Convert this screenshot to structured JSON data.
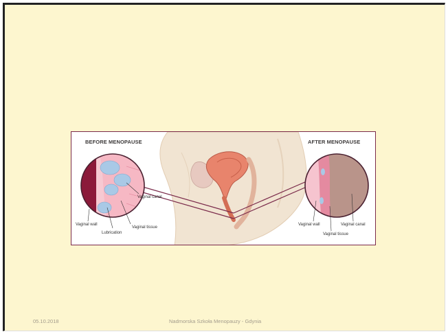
{
  "figure": {
    "before_title": "BEFORE MENOPAUSE",
    "after_title": "AFTER MENOPAUSE",
    "before_labels": {
      "vaginal_canal": "Vaginal canal",
      "vaginal_wall": "Vaginal wall",
      "vaginal_tissue": "Vaginal tissue",
      "lubrication": "Lubrication"
    },
    "after_labels": {
      "vaginal_wall": "Vaginal wall",
      "vaginal_canal": "Vaginal canal",
      "vaginal_tissue": "Vaginal tissue"
    },
    "colors": {
      "frame": "#7a2a4a",
      "wall": "#8b1a3a",
      "tissue": "#f2a6b6",
      "lubrication": "#a9c9e6",
      "body": "#f1e4d2"
    }
  },
  "footer": {
    "date": "05.10.2018",
    "center": "Nadmorska Szkoła Menopauzy - Gdynia"
  }
}
